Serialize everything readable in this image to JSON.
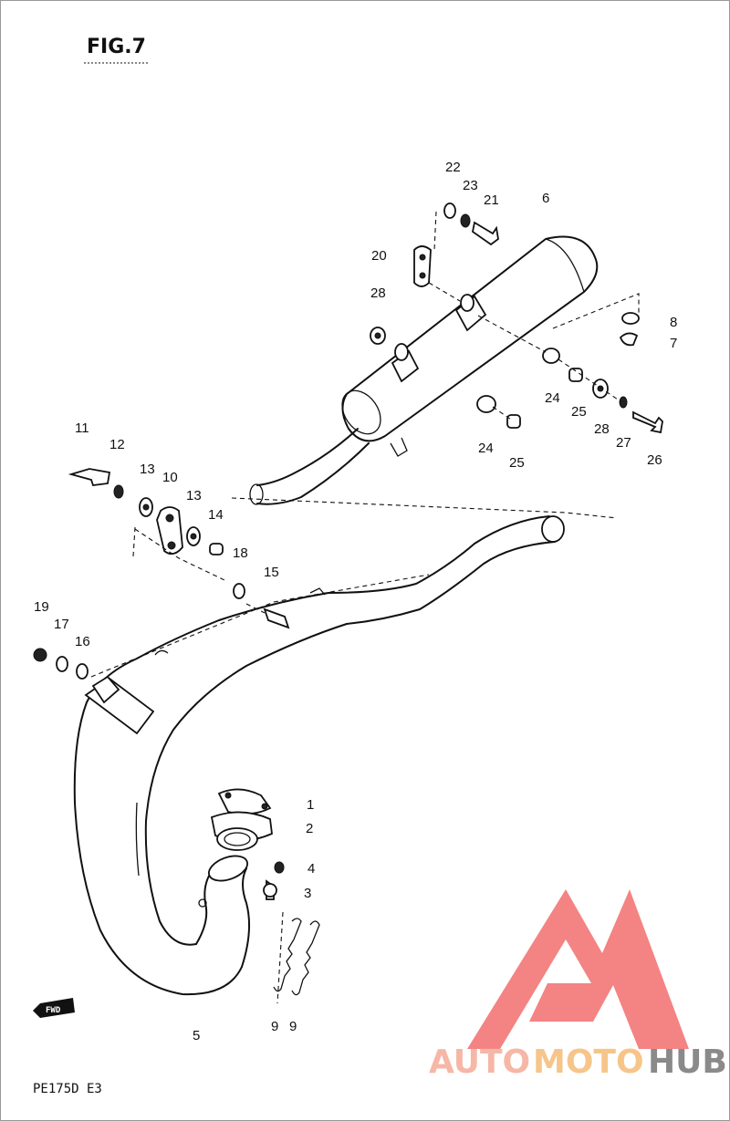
{
  "figure": {
    "title": "FIG.7"
  },
  "footer": {
    "model_code": "PE175D E3"
  },
  "watermark": {
    "part1": "AUTO",
    "part2": "MOTO",
    "part3": "HUB",
    "colors": {
      "triangle": "#f26d6d",
      "auto": "#f6b7a6",
      "moto": "#f6c58a",
      "hub": "#8a8a8a"
    }
  },
  "fwd_marker": {
    "text": "FWD"
  },
  "callouts": {
    "c1": "1",
    "c2": "2",
    "c3": "3",
    "c4": "4",
    "c5": "5",
    "c6": "6",
    "c7": "7",
    "c8": "8",
    "c9a": "9",
    "c9b": "9",
    "c10": "10",
    "c11": "11",
    "c12": "12",
    "c13a": "13",
    "c13b": "13",
    "c14": "14",
    "c15": "15",
    "c16": "16",
    "c17": "17",
    "c18": "18",
    "c19": "19",
    "c20": "20",
    "c21": "21",
    "c22": "22",
    "c23": "23",
    "c24a": "24",
    "c24b": "24",
    "c25a": "25",
    "c25b": "25",
    "c26": "26",
    "c27": "27",
    "c28a": "28",
    "c28b": "28"
  }
}
